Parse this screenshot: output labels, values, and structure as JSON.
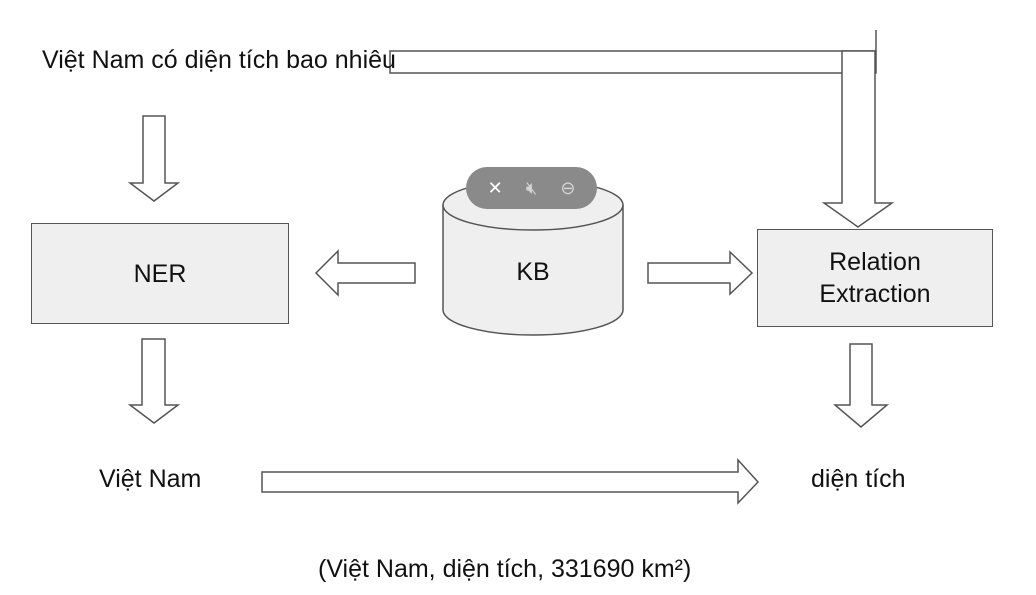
{
  "question": "Việt Nam có diện tích bao nhiêu",
  "ner_label": "NER",
  "kb_label": "KB",
  "re_label": "Relation Extraction",
  "entity": "Việt Nam",
  "relation": "diện tích",
  "triple": "(Việt Nam, diện tích, 331690 km²)",
  "toolbar": {
    "icons": [
      "pin-off-icon",
      "mute-icon",
      "minus-circle-icon"
    ]
  }
}
